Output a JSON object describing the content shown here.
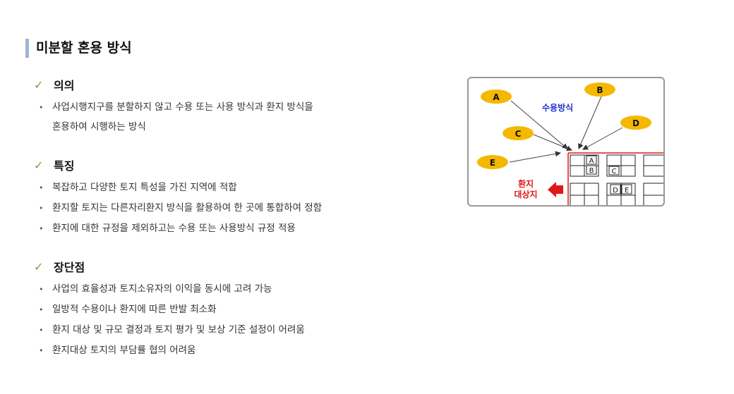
{
  "title": "미분할 혼용 방식",
  "sections": [
    {
      "title": "의의",
      "items": [
        [
          "사업시행지구를 분할하지 않고 수용 또는 사용 방식과 환지 방식을",
          "혼용하여 시행하는 방식"
        ]
      ]
    },
    {
      "title": "특징",
      "items": [
        [
          "복잡하고 다양한 토지 특성을 가진 지역에 적합"
        ],
        [
          "환지할 토지는 다른자리환지 방식을 활용하여 한 곳에 통합하여 정함"
        ],
        [
          "환지에 대한 규정을 제외하고는 수용 또는 사용방식 규정 적용"
        ]
      ]
    },
    {
      "title": "장단점",
      "items": [
        [
          "사업의 효율성과 토지소유자의 이익을 동시에 고려 가능"
        ],
        [
          "일방적 수용이나 환지에 따른 반발 최소화"
        ],
        [
          "환지 대상 및 규모 결정과 토지 평가 및 보상 기준 설정이 어려움"
        ],
        [
          "환지대상 토지의 부담률 협의 어려움"
        ]
      ]
    }
  ],
  "diagram": {
    "nodes": [
      "A",
      "B",
      "C",
      "D",
      "E"
    ],
    "method_label": "수용방식",
    "target_label_1": "환지",
    "target_label_2": "대상지",
    "grid_labels": [
      "A",
      "B",
      "C",
      "D",
      "E"
    ],
    "colors": {
      "node": "#f5b800",
      "method": "#1f2fd0",
      "target": "#e01818",
      "grid": "#e01818"
    }
  }
}
